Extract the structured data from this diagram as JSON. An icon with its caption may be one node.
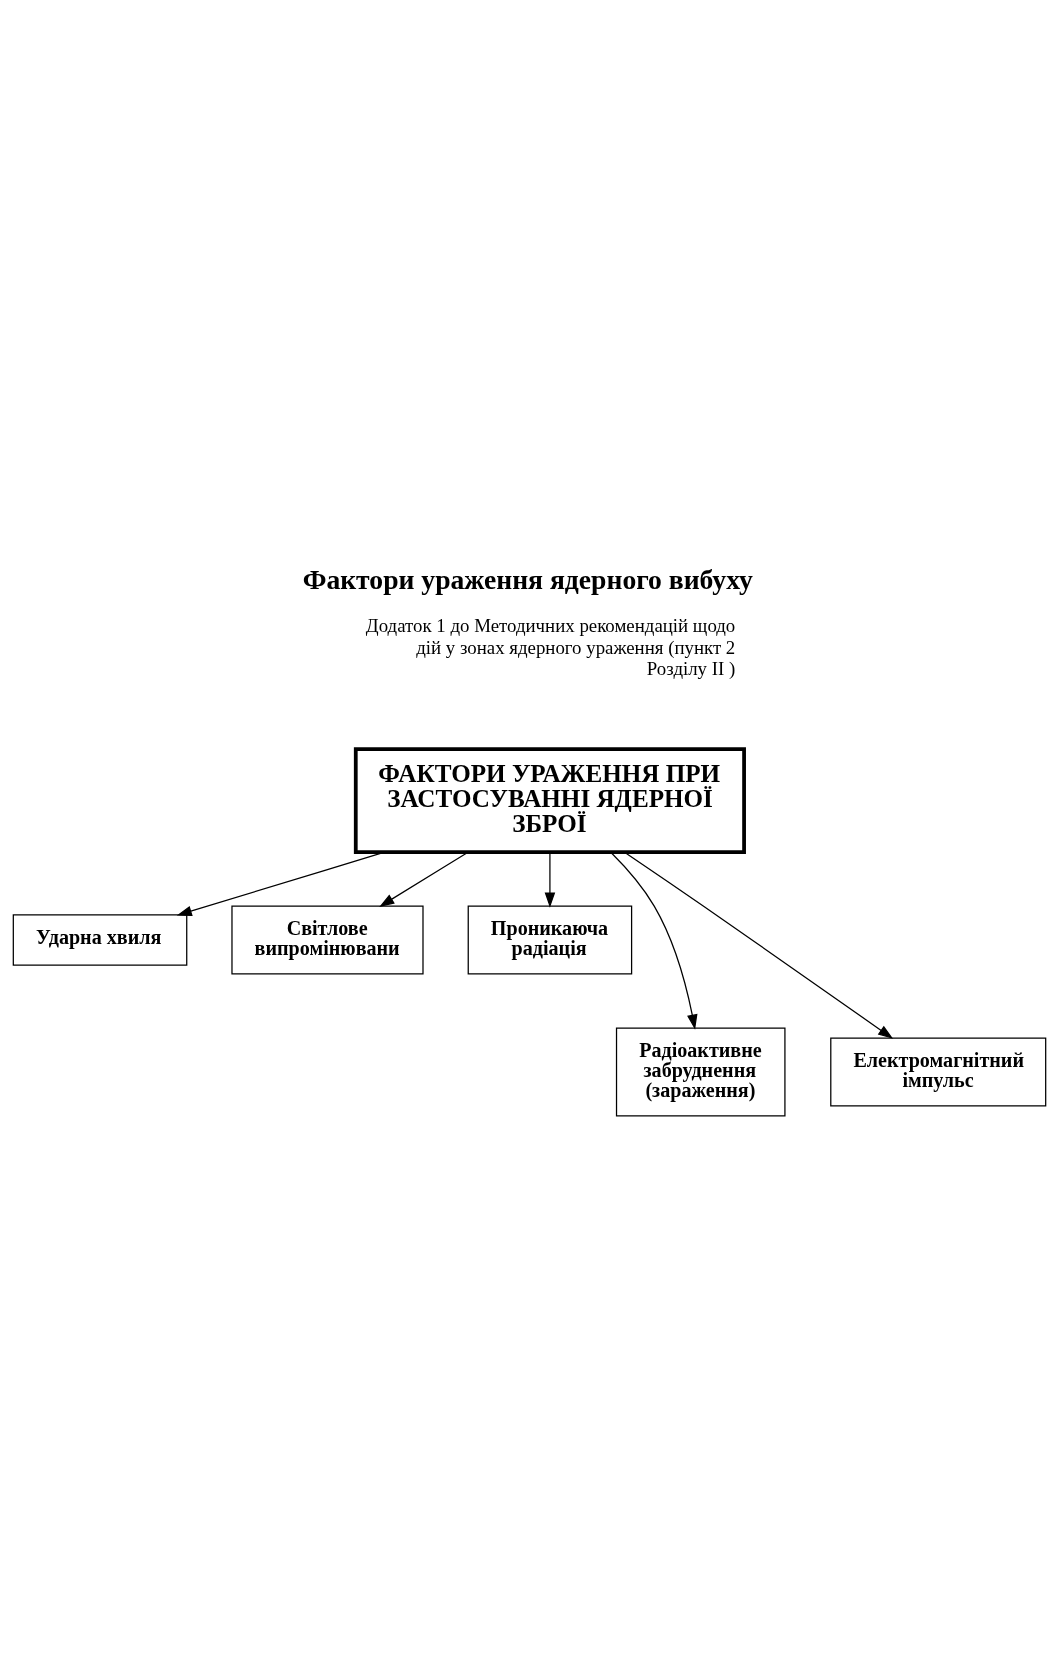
{
  "diagram": {
    "title": "Фактори ураження ядерного вибуху",
    "nodes": [
      {
        "text": [
          "ФАКТОРИ УРАЖЕННЯ ПРИ ЗАСТОСУВАННІ ЯДЕРНОЇ ЗБРОЇ"
        ]
      },
      {
        "text": [
          "Ударна хвиля"
        ]
      },
      {
        "text": [
          "Світлове випромінювани"
        ]
      },
      {
        "text": [
          "Проникаюча радіація"
        ]
      },
      {
        "text": [
          "Радіоактивне забруднення (зараження)"
        ]
      },
      {
        "text": [
          "Електромагнітний імпульс"
        ]
      }
    ],
    "edges": [
      {
        "from": 0,
        "to": 1,
        "arrow": "to"
      },
      {
        "from": 0,
        "to": 4,
        "arrow": "to"
      },
      {
        "from": 0,
        "to": 2,
        "arrow": "to"
      },
      {
        "from": 0,
        "to": 5,
        "arrow": "to"
      },
      {
        "from": 0,
        "to": 3,
        "arrow": "to"
      }
    ],
    "labels": [
      "Додаток 1 до Методичних рекомендацій щодо дій у зонах ядерного ураження (пункт 2 Розділу II )"
    ]
  }
}
